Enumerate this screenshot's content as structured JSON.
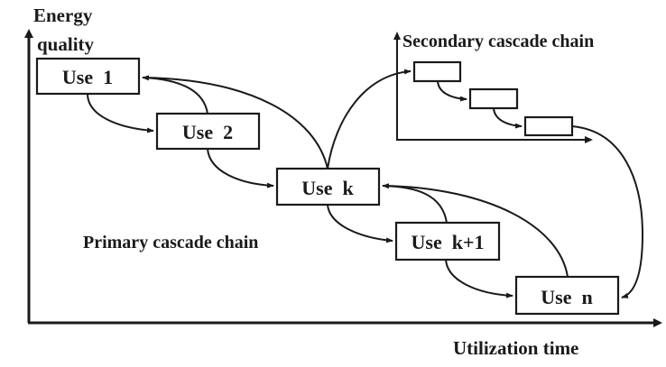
{
  "diagram": {
    "axes": {
      "y_label_line1": "Energy",
      "y_label_line2": "quality",
      "x_label": "Utilization time"
    },
    "primary_chain": {
      "label": "Primary cascade chain",
      "nodes": [
        {
          "id": "use1",
          "label": "Use  1"
        },
        {
          "id": "use2",
          "label": "Use  2"
        },
        {
          "id": "usek",
          "label": "Use  k"
        },
        {
          "id": "usek1",
          "label": "Use  k+1"
        },
        {
          "id": "usen",
          "label": "Use  n"
        }
      ]
    },
    "secondary_chain": {
      "label": "Secondary cascade chain",
      "nodes": [
        {
          "id": "sec1",
          "label": ""
        },
        {
          "id": "sec2",
          "label": ""
        },
        {
          "id": "sec3",
          "label": ""
        }
      ]
    },
    "edges": [
      {
        "from": "use1",
        "to": "use2",
        "type": "cascade"
      },
      {
        "from": "use2",
        "to": "usek",
        "type": "cascade"
      },
      {
        "from": "usek",
        "to": "usek1",
        "type": "cascade"
      },
      {
        "from": "usek1",
        "to": "usen",
        "type": "cascade"
      },
      {
        "from": "use2",
        "to": "use1",
        "type": "return"
      },
      {
        "from": "usek",
        "to": "use1",
        "type": "return"
      },
      {
        "from": "usek1",
        "to": "usek",
        "type": "return"
      },
      {
        "from": "usen",
        "to": "usek",
        "type": "return"
      },
      {
        "from": "usek",
        "to": "sec1",
        "type": "branch"
      },
      {
        "from": "sec1",
        "to": "sec2",
        "type": "cascade"
      },
      {
        "from": "sec2",
        "to": "sec3",
        "type": "cascade"
      },
      {
        "from": "sec3",
        "to": "usen",
        "type": "merge"
      }
    ]
  }
}
